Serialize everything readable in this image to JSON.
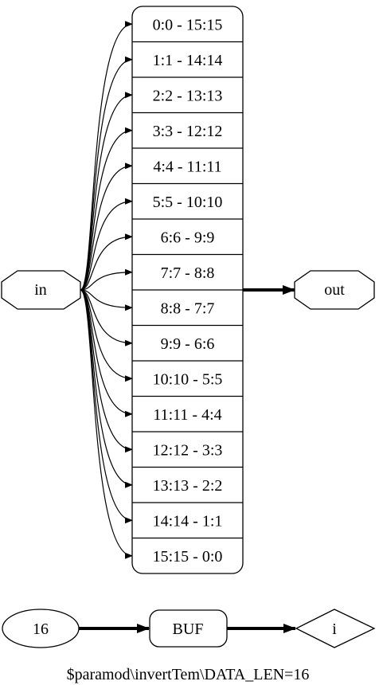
{
  "input_node": {
    "label": "in"
  },
  "output_node": {
    "label": "out"
  },
  "mapping_cells": [
    "0:0 - 15:15",
    "1:1 - 14:14",
    "2:2 - 13:13",
    "3:3 - 12:12",
    "4:4 - 11:11",
    "5:5 - 10:10",
    "6:6 - 9:9",
    "7:7 - 8:8",
    "8:8 - 7:7",
    "9:9 - 6:6",
    "10:10 - 5:5",
    "11:11 - 4:4",
    "12:12 - 3:3",
    "13:13 - 2:2",
    "14:14 - 1:1",
    "15:15 - 0:0"
  ],
  "const_node": {
    "label": "16"
  },
  "buf_node": {
    "label": "BUF"
  },
  "port_node": {
    "label": "i"
  },
  "caption": "$paramod\\invertTem\\DATA_LEN=16"
}
